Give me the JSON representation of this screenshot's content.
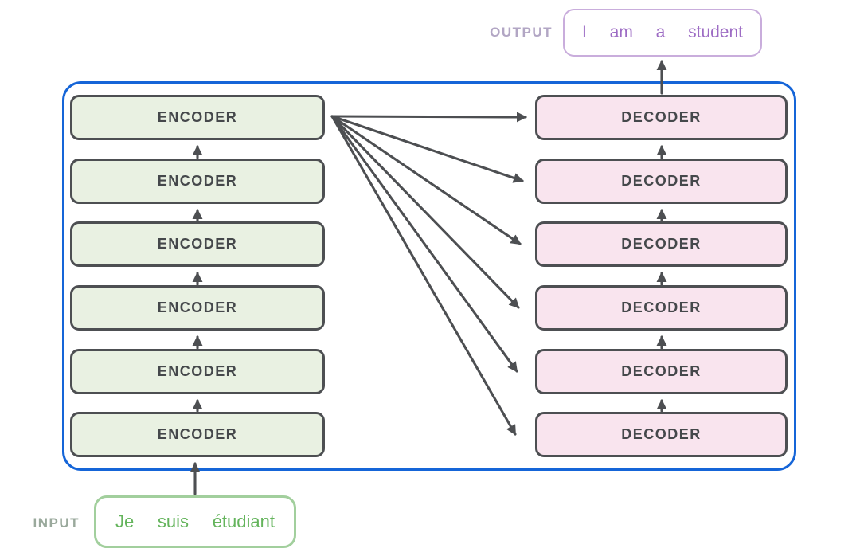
{
  "diagram": {
    "title_hidden": "",
    "output": {
      "label": "OUTPUT",
      "words": [
        "I",
        "am",
        "a",
        "student"
      ]
    },
    "input": {
      "label": "INPUT",
      "words": [
        "Je",
        "suis",
        "étudiant"
      ]
    },
    "encoders": [
      {
        "label": "ENCODER"
      },
      {
        "label": "ENCODER"
      },
      {
        "label": "ENCODER"
      },
      {
        "label": "ENCODER"
      },
      {
        "label": "ENCODER"
      },
      {
        "label": "ENCODER"
      }
    ],
    "decoders": [
      {
        "label": "DECODER"
      },
      {
        "label": "DECODER"
      },
      {
        "label": "DECODER"
      },
      {
        "label": "DECODER"
      },
      {
        "label": "DECODER"
      },
      {
        "label": "DECODER"
      }
    ],
    "colors": {
      "container_border": "#1565d8",
      "encoder_fill": "#e9f1e2",
      "decoder_fill": "#f9e4ee",
      "block_border": "#4d4f52",
      "block_text": "#45484b",
      "arrow": "#4d4f52",
      "output_border": "#c9addc",
      "output_text": "#9d6cc4",
      "output_label": "#b2a6c4",
      "input_border": "#a2cf9d",
      "input_text": "#64b45c",
      "input_label": "#9aa99c"
    }
  }
}
